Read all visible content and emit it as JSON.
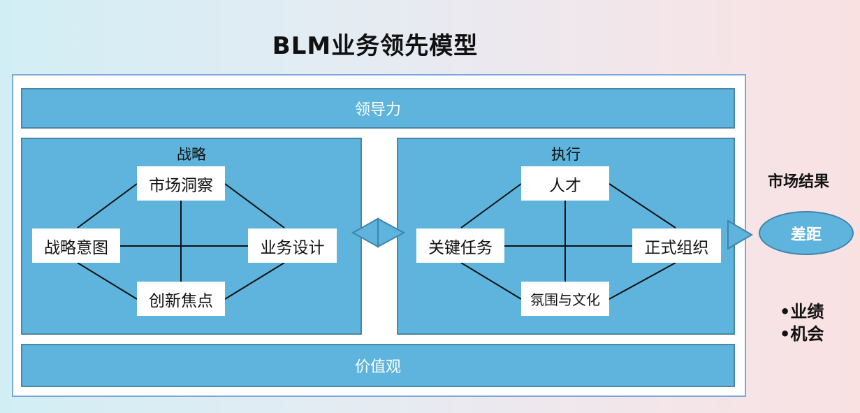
{
  "title": "BLM业务领先模型",
  "leadership": "领导力",
  "values": "价值观",
  "strategy": {
    "title": "战略",
    "top": "市场洞察",
    "left": "战略意图",
    "right": "业务设计",
    "bottom": "创新焦点"
  },
  "execution": {
    "title": "执行",
    "top": "人才",
    "left": "关键任务",
    "right": "正式组织",
    "bottom": "氛围与文化"
  },
  "result": {
    "title": "市场结果",
    "gap": "差距",
    "bullets": [
      "•业绩",
      "•机会"
    ]
  },
  "colors": {
    "panel_fill": "#5eb4dc",
    "panel_border": "#4a86a6",
    "frame_border": "#7ea6d8"
  }
}
